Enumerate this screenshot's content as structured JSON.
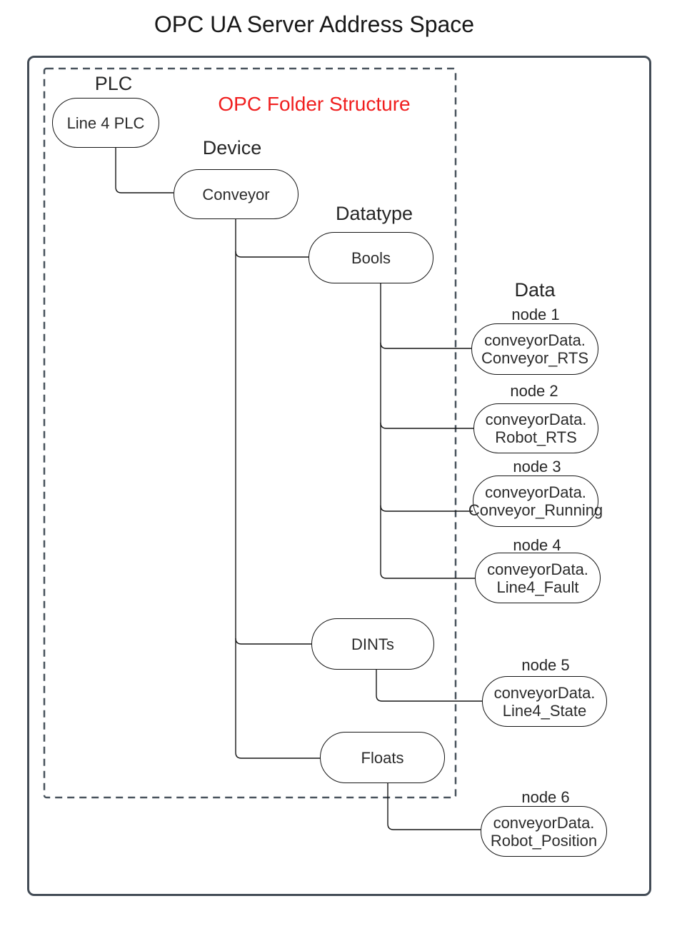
{
  "title": "OPC UA Server Address Space",
  "annotation": "OPC Folder Structure",
  "groups": {
    "plc": "PLC",
    "device": "Device",
    "datatype": "Datatype",
    "data": "Data"
  },
  "nodes": {
    "plc": "Line 4 PLC",
    "device": "Conveyor",
    "datatypes": [
      "Bools",
      "DINTs",
      "Floats"
    ],
    "data_nodes": [
      {
        "name": "node 1",
        "line1": "conveyorData.",
        "line2": "Conveyor_RTS"
      },
      {
        "name": "node 2",
        "line1": "conveyorData.",
        "line2": "Robot_RTS"
      },
      {
        "name": "node 3",
        "line1": "conveyorData.",
        "line2": "Conveyor_Running"
      },
      {
        "name": "node 4",
        "line1": "conveyorData.",
        "line2": "Line4_Fault"
      },
      {
        "name": "node 5",
        "line1": "conveyorData.",
        "line2": "Line4_State"
      },
      {
        "name": "node 6",
        "line1": "conveyorData.",
        "line2": "Robot_Position"
      }
    ]
  },
  "colors": {
    "annotation_red": "#f01f1f",
    "frame_border": "#434c56",
    "dashed_border": "#49535d",
    "node_stroke": "#141414",
    "text": "#2b2b2b"
  }
}
